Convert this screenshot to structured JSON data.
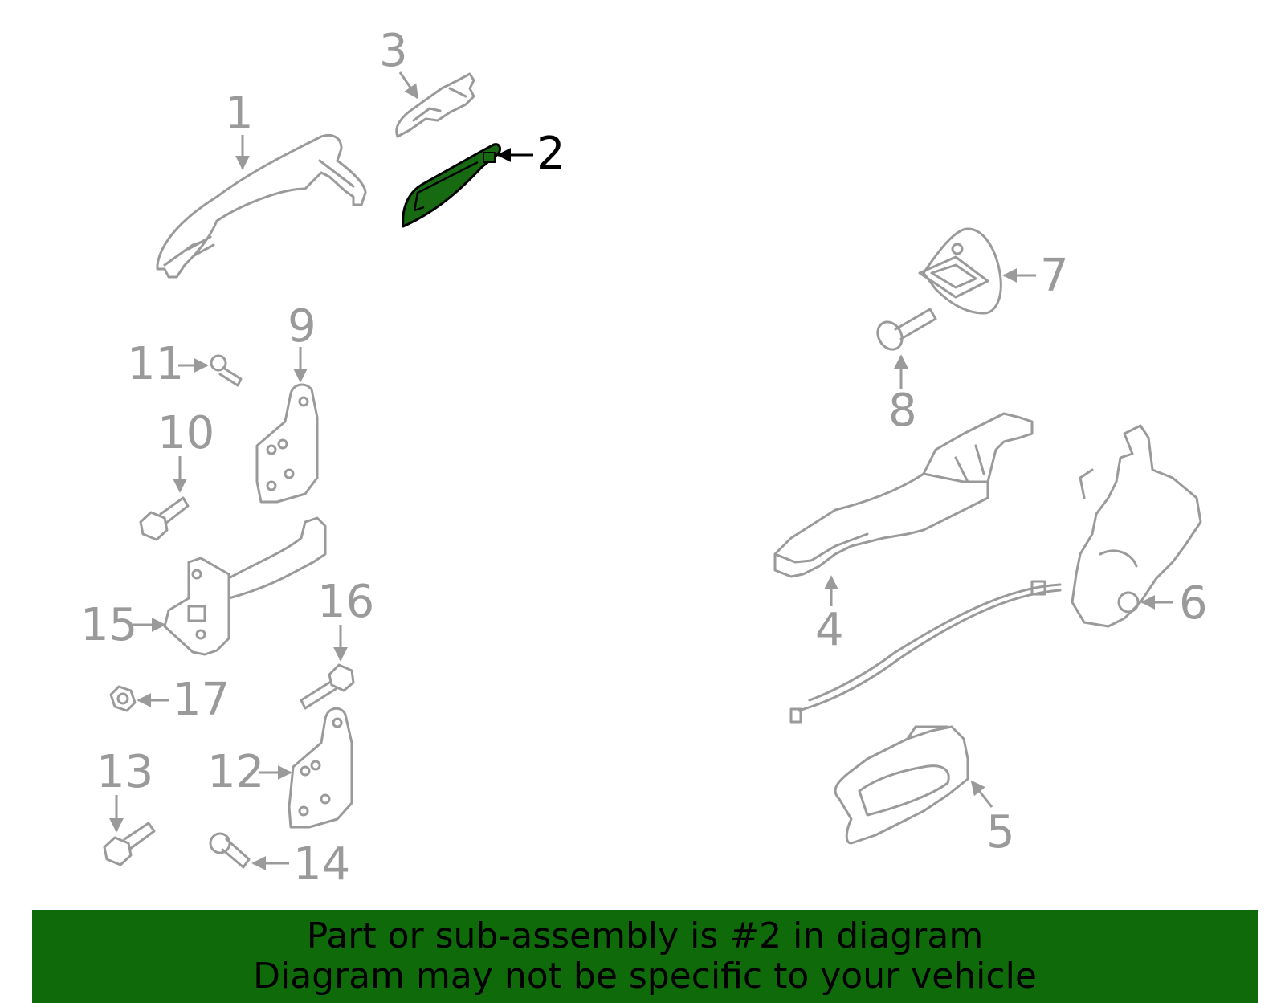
{
  "diagram": {
    "highlight_color": "#176a12",
    "callouts": [
      "1",
      "2",
      "3",
      "4",
      "5",
      "6",
      "7",
      "8",
      "9",
      "10",
      "11",
      "12",
      "13",
      "14",
      "15",
      "16",
      "17"
    ],
    "highlighted": "2"
  },
  "banner": {
    "color": "#0f6a0a",
    "line1": "Part or sub-assembly is #2 in diagram",
    "line2": "Diagram may not be specific to your vehicle"
  }
}
